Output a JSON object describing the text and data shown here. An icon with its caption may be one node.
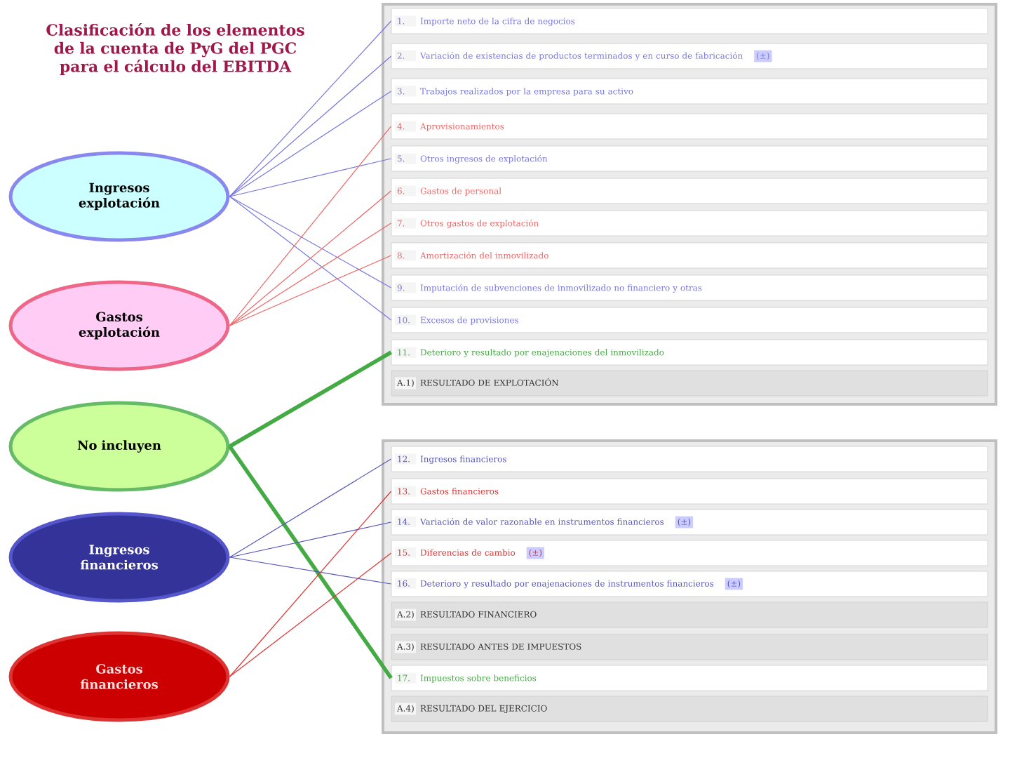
{
  "diagram": {
    "title": "Clasificación de los elementos de la cuenta de PyG del PGC para el cálculo del EBITDA",
    "nodes": [
      {
        "text": [
          "Ingresos explotación"
        ]
      },
      {
        "text": [
          "Gastos explotación"
        ]
      },
      {
        "text": [
          "No incluyen"
        ]
      },
      {
        "text": [
          "Ingresos financieros"
        ]
      },
      {
        "text": [
          "Gastos financieros"
        ]
      },
      {
        "text": [],
        "shape": "box"
      },
      {
        "text": [
          "1.",
          "Importe neto de la cifra de negocios"
        ],
        "in": 5
      },
      {
        "text": [
          "2.",
          "Variación de existencias de productos terminados y en curso de fabricación",
          "(±)"
        ],
        "in": 5
      },
      {
        "text": [
          "3.",
          "Trabajos realizados por la empresa para su activo"
        ],
        "in": 5
      },
      {
        "text": [
          "4.",
          "Aprovisionamientos"
        ],
        "in": 5
      },
      {
        "text": [
          "5.",
          "Otros ingresos de explotación"
        ],
        "in": 5
      },
      {
        "text": [
          "6.",
          "Gastos de personal"
        ],
        "in": 5
      },
      {
        "text": [
          "7.",
          "Otros gastos de explotación"
        ],
        "in": 5
      },
      {
        "text": [
          "8.",
          "Amortización del inmovilizado"
        ],
        "in": 5
      },
      {
        "text": [
          "9.",
          "Imputación de subvenciones de inmovilizado no financiero y otras"
        ],
        "in": 5
      },
      {
        "text": [
          "10.",
          "Excesos de provisiones"
        ],
        "in": 5
      },
      {
        "text": [
          "11.",
          "Deterioro y resultado por enajenaciones del inmovilizado"
        ],
        "in": 5
      },
      {
        "text": [
          "A.1)",
          "RESULTADO DE EXPLOTACIÓN"
        ],
        "in": 5
      },
      {
        "text": [],
        "shape": "box"
      },
      {
        "text": [
          "12.",
          "Ingresos financieros"
        ],
        "in": 18
      },
      {
        "text": [
          "13.",
          "Gastos financieros"
        ],
        "in": 18
      },
      {
        "text": [
          "14.",
          "Variación de valor razonable en instrumentos financieros",
          "(±)"
        ],
        "in": 18
      },
      {
        "text": [
          "15.",
          "Diferencias de cambio",
          "(±)"
        ],
        "in": 18
      },
      {
        "text": [
          "16.",
          "Deterioro y resultado por enajenaciones de instrumentos financieros",
          "(±)"
        ],
        "in": 18
      },
      {
        "text": [
          "A.2)",
          "RESULTADO FINANCIERO"
        ],
        "in": 18
      },
      {
        "text": [
          "A.3)",
          "RESULTADO ANTES DE IMPUESTOS"
        ],
        "in": 18
      },
      {
        "text": [
          "17.",
          "Impuestos sobre beneficios"
        ],
        "in": 18
      },
      {
        "text": [
          "A.4)",
          "RESULTADO DEL EJERCICIO"
        ],
        "in": 18
      }
    ],
    "edges": [
      {
        "from": 0,
        "to": 6,
        "arrow": "none",
        "color": "#7777dd"
      },
      {
        "from": 0,
        "to": 7,
        "arrow": "none",
        "color": "#7777dd"
      },
      {
        "from": 0,
        "to": 8,
        "arrow": "none",
        "color": "#7777dd"
      },
      {
        "from": 0,
        "to": 10,
        "arrow": "none",
        "color": "#7777dd"
      },
      {
        "from": 0,
        "to": 14,
        "arrow": "none",
        "color": "#7777dd"
      },
      {
        "from": 0,
        "to": 15,
        "arrow": "none",
        "color": "#7777dd"
      },
      {
        "from": 1,
        "to": 9,
        "arrow": "none",
        "color": "#ee6666"
      },
      {
        "from": 1,
        "to": 11,
        "arrow": "none",
        "color": "#ee6666"
      },
      {
        "from": 1,
        "to": 12,
        "arrow": "none",
        "color": "#ee6666"
      },
      {
        "from": 1,
        "to": 13,
        "arrow": "none",
        "color": "#ee6666"
      },
      {
        "from": 2,
        "to": 16,
        "arrow": "none",
        "color": "#44aa44",
        "style": "thick"
      },
      {
        "from": 2,
        "to": 26,
        "arrow": "none",
        "color": "#44aa44",
        "style": "thick"
      },
      {
        "from": 3,
        "to": 19,
        "arrow": "none",
        "color": "#5555bb"
      },
      {
        "from": 3,
        "to": 21,
        "arrow": "none",
        "color": "#5555bb"
      },
      {
        "from": 3,
        "to": 23,
        "arrow": "none",
        "color": "#5555bb"
      },
      {
        "from": 4,
        "to": 20,
        "arrow": "none",
        "color": "#dd3333"
      },
      {
        "from": 4,
        "to": 22,
        "arrow": "none",
        "color": "#dd3333"
      }
    ]
  }
}
